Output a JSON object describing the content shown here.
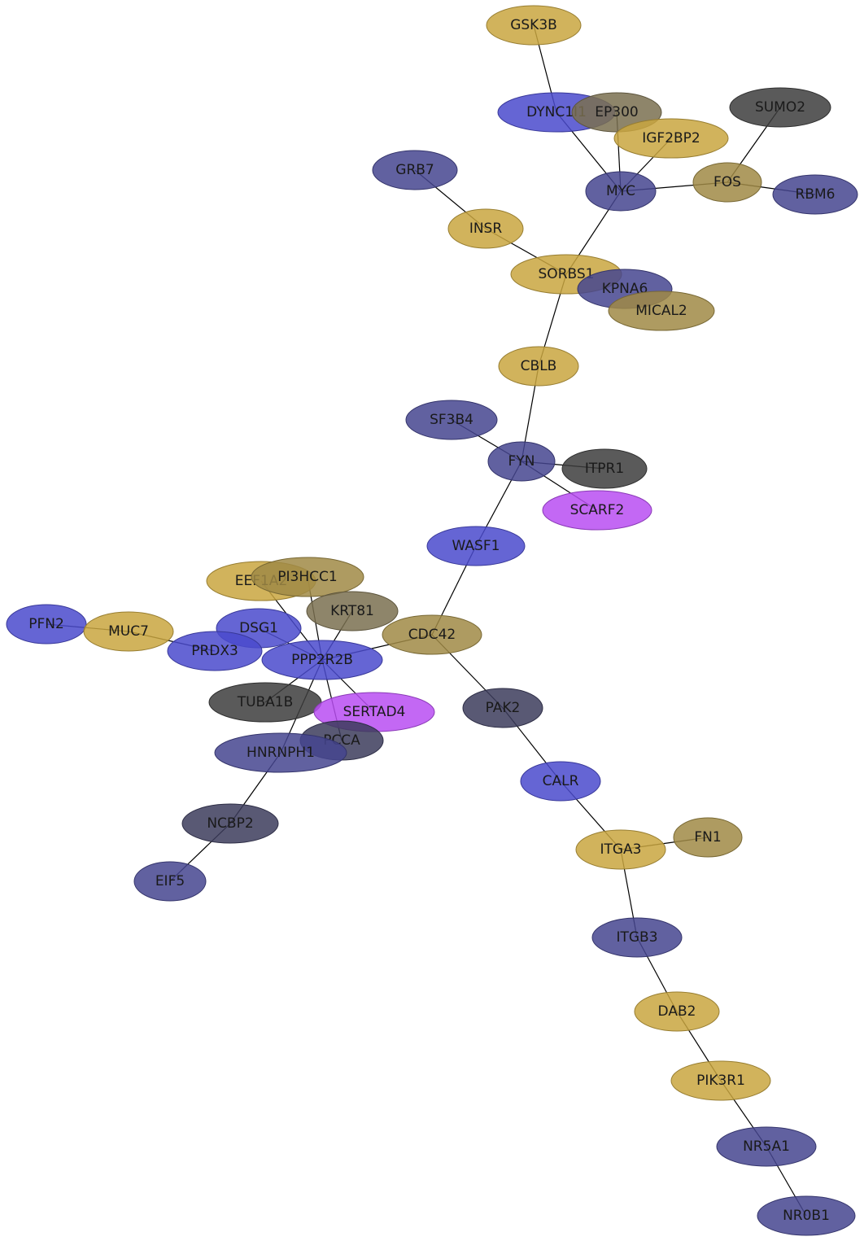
{
  "colors": {
    "blue": "#4a4acc",
    "slate": "#45458f",
    "gold": "#c9a640",
    "goldDark": "#a08a45",
    "olive": "#7a7050",
    "gray": "#3d3d3d",
    "darkSlate": "#3c3c5c",
    "magenta": "#b84df2"
  },
  "nodes": [
    {
      "id": "GSK3B",
      "label": "GSK3B",
      "color": "gold"
    },
    {
      "id": "DYNC1I1",
      "label": "DYNC1I1",
      "color": "blue"
    },
    {
      "id": "EP300",
      "label": "EP300",
      "color": "olive"
    },
    {
      "id": "IGF2BP2",
      "label": "IGF2BP2",
      "color": "gold"
    },
    {
      "id": "SUMO2",
      "label": "SUMO2",
      "color": "gray"
    },
    {
      "id": "GRB7",
      "label": "GRB7",
      "color": "slate"
    },
    {
      "id": "MYC",
      "label": "MYC",
      "color": "slate"
    },
    {
      "id": "FOS",
      "label": "FOS",
      "color": "goldDark"
    },
    {
      "id": "RBM6",
      "label": "RBM6",
      "color": "slate"
    },
    {
      "id": "INSR",
      "label": "INSR",
      "color": "gold"
    },
    {
      "id": "SORBS1",
      "label": "SORBS1",
      "color": "gold"
    },
    {
      "id": "KPNA6",
      "label": "KPNA6",
      "color": "slate"
    },
    {
      "id": "MICAL2",
      "label": "MICAL2",
      "color": "goldDark"
    },
    {
      "id": "CBLB",
      "label": "CBLB",
      "color": "gold"
    },
    {
      "id": "SF3B4",
      "label": "SF3B4",
      "color": "slate"
    },
    {
      "id": "FYN",
      "label": "FYN",
      "color": "slate"
    },
    {
      "id": "ITPR1",
      "label": "ITPR1",
      "color": "gray"
    },
    {
      "id": "SCARF2",
      "label": "SCARF2",
      "color": "magenta"
    },
    {
      "id": "WASF1",
      "label": "WASF1",
      "color": "blue"
    },
    {
      "id": "EEF1A2",
      "label": "EEF1A2",
      "color": "gold"
    },
    {
      "id": "PI3HCC1",
      "label": "PI3HCC1",
      "color": "goldDark"
    },
    {
      "id": "KRT81",
      "label": "KRT81",
      "color": "olive"
    },
    {
      "id": "PFN2",
      "label": "PFN2",
      "color": "blue"
    },
    {
      "id": "MUC7",
      "label": "MUC7",
      "color": "gold"
    },
    {
      "id": "DSG1",
      "label": "DSG1",
      "color": "blue"
    },
    {
      "id": "CDC42",
      "label": "CDC42",
      "color": "goldDark"
    },
    {
      "id": "PRDX3",
      "label": "PRDX3",
      "color": "blue"
    },
    {
      "id": "PPP2R2B",
      "label": "PPP2R2B",
      "color": "blue"
    },
    {
      "id": "TUBA1B",
      "label": "TUBA1B",
      "color": "gray"
    },
    {
      "id": "SERTAD4",
      "label": "SERTAD4",
      "color": "magenta"
    },
    {
      "id": "PAK2",
      "label": "PAK2",
      "color": "darkSlate"
    },
    {
      "id": "PCCA",
      "label": "PCCA",
      "color": "darkSlate"
    },
    {
      "id": "HNRNPH1",
      "label": "HNRNPH1",
      "color": "slate"
    },
    {
      "id": "CALR",
      "label": "CALR",
      "color": "blue"
    },
    {
      "id": "NCBP2",
      "label": "NCBP2",
      "color": "darkSlate"
    },
    {
      "id": "FN1",
      "label": "FN1",
      "color": "goldDark"
    },
    {
      "id": "ITGA3",
      "label": "ITGA3",
      "color": "gold"
    },
    {
      "id": "EIF5",
      "label": "EIF5",
      "color": "slate"
    },
    {
      "id": "ITGB3",
      "label": "ITGB3",
      "color": "slate"
    },
    {
      "id": "DAB2",
      "label": "DAB2",
      "color": "gold"
    },
    {
      "id": "PIK3R1",
      "label": "PIK3R1",
      "color": "gold"
    },
    {
      "id": "NR5A1",
      "label": "NR5A1",
      "color": "slate"
    },
    {
      "id": "NR0B1",
      "label": "NR0B1",
      "color": "slate"
    }
  ],
  "edges": [
    [
      "GSK3B",
      "DYNC1I1"
    ],
    [
      "DYNC1I1",
      "MYC"
    ],
    [
      "EP300",
      "MYC"
    ],
    [
      "IGF2BP2",
      "MYC"
    ],
    [
      "MYC",
      "FOS"
    ],
    [
      "FOS",
      "SUMO2"
    ],
    [
      "FOS",
      "RBM6"
    ],
    [
      "MYC",
      "SORBS1"
    ],
    [
      "GRB7",
      "INSR"
    ],
    [
      "INSR",
      "SORBS1"
    ],
    [
      "SORBS1",
      "CBLB"
    ],
    [
      "CBLB",
      "FYN"
    ],
    [
      "SF3B4",
      "FYN"
    ],
    [
      "FYN",
      "ITPR1"
    ],
    [
      "FYN",
      "SCARF2"
    ],
    [
      "FYN",
      "WASF1"
    ],
    [
      "WASF1",
      "CDC42"
    ],
    [
      "CDC42",
      "PPP2R2B"
    ],
    [
      "CDC42",
      "PAK2"
    ],
    [
      "PPP2R2B",
      "EEF1A2"
    ],
    [
      "PPP2R2B",
      "PI3HCC1"
    ],
    [
      "PPP2R2B",
      "KRT81"
    ],
    [
      "PPP2R2B",
      "DSG1"
    ],
    [
      "PPP2R2B",
      "TUBA1B"
    ],
    [
      "PPP2R2B",
      "SERTAD4"
    ],
    [
      "PPP2R2B",
      "PCCA"
    ],
    [
      "PPP2R2B",
      "HNRNPH1"
    ],
    [
      "MUC7",
      "PRDX3"
    ],
    [
      "PFN2",
      "MUC7"
    ],
    [
      "HNRNPH1",
      "NCBP2"
    ],
    [
      "NCBP2",
      "EIF5"
    ],
    [
      "PAK2",
      "CALR"
    ],
    [
      "CALR",
      "ITGA3"
    ],
    [
      "ITGA3",
      "FN1"
    ],
    [
      "ITGA3",
      "ITGB3"
    ],
    [
      "ITGB3",
      "DAB2"
    ],
    [
      "DAB2",
      "PIK3R1"
    ],
    [
      "PIK3R1",
      "NR5A1"
    ],
    [
      "NR5A1",
      "NR0B1"
    ]
  ]
}
